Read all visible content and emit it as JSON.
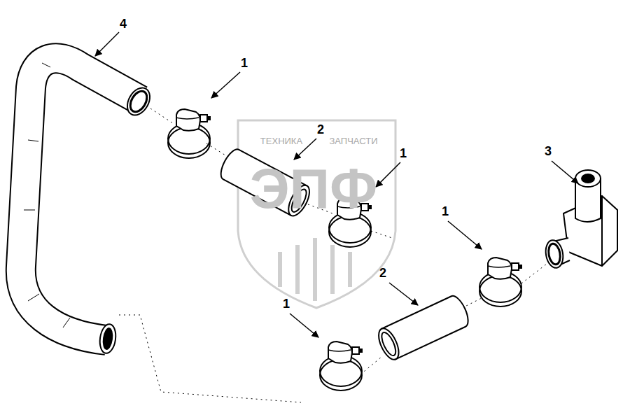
{
  "diagram": {
    "labels": [
      "4",
      "1",
      "ТЕХНИКА",
      "ЗАПЧАСТИ",
      "2",
      "1",
      "3",
      "1",
      "2",
      "1",
      "ЭПФ"
    ]
  }
}
